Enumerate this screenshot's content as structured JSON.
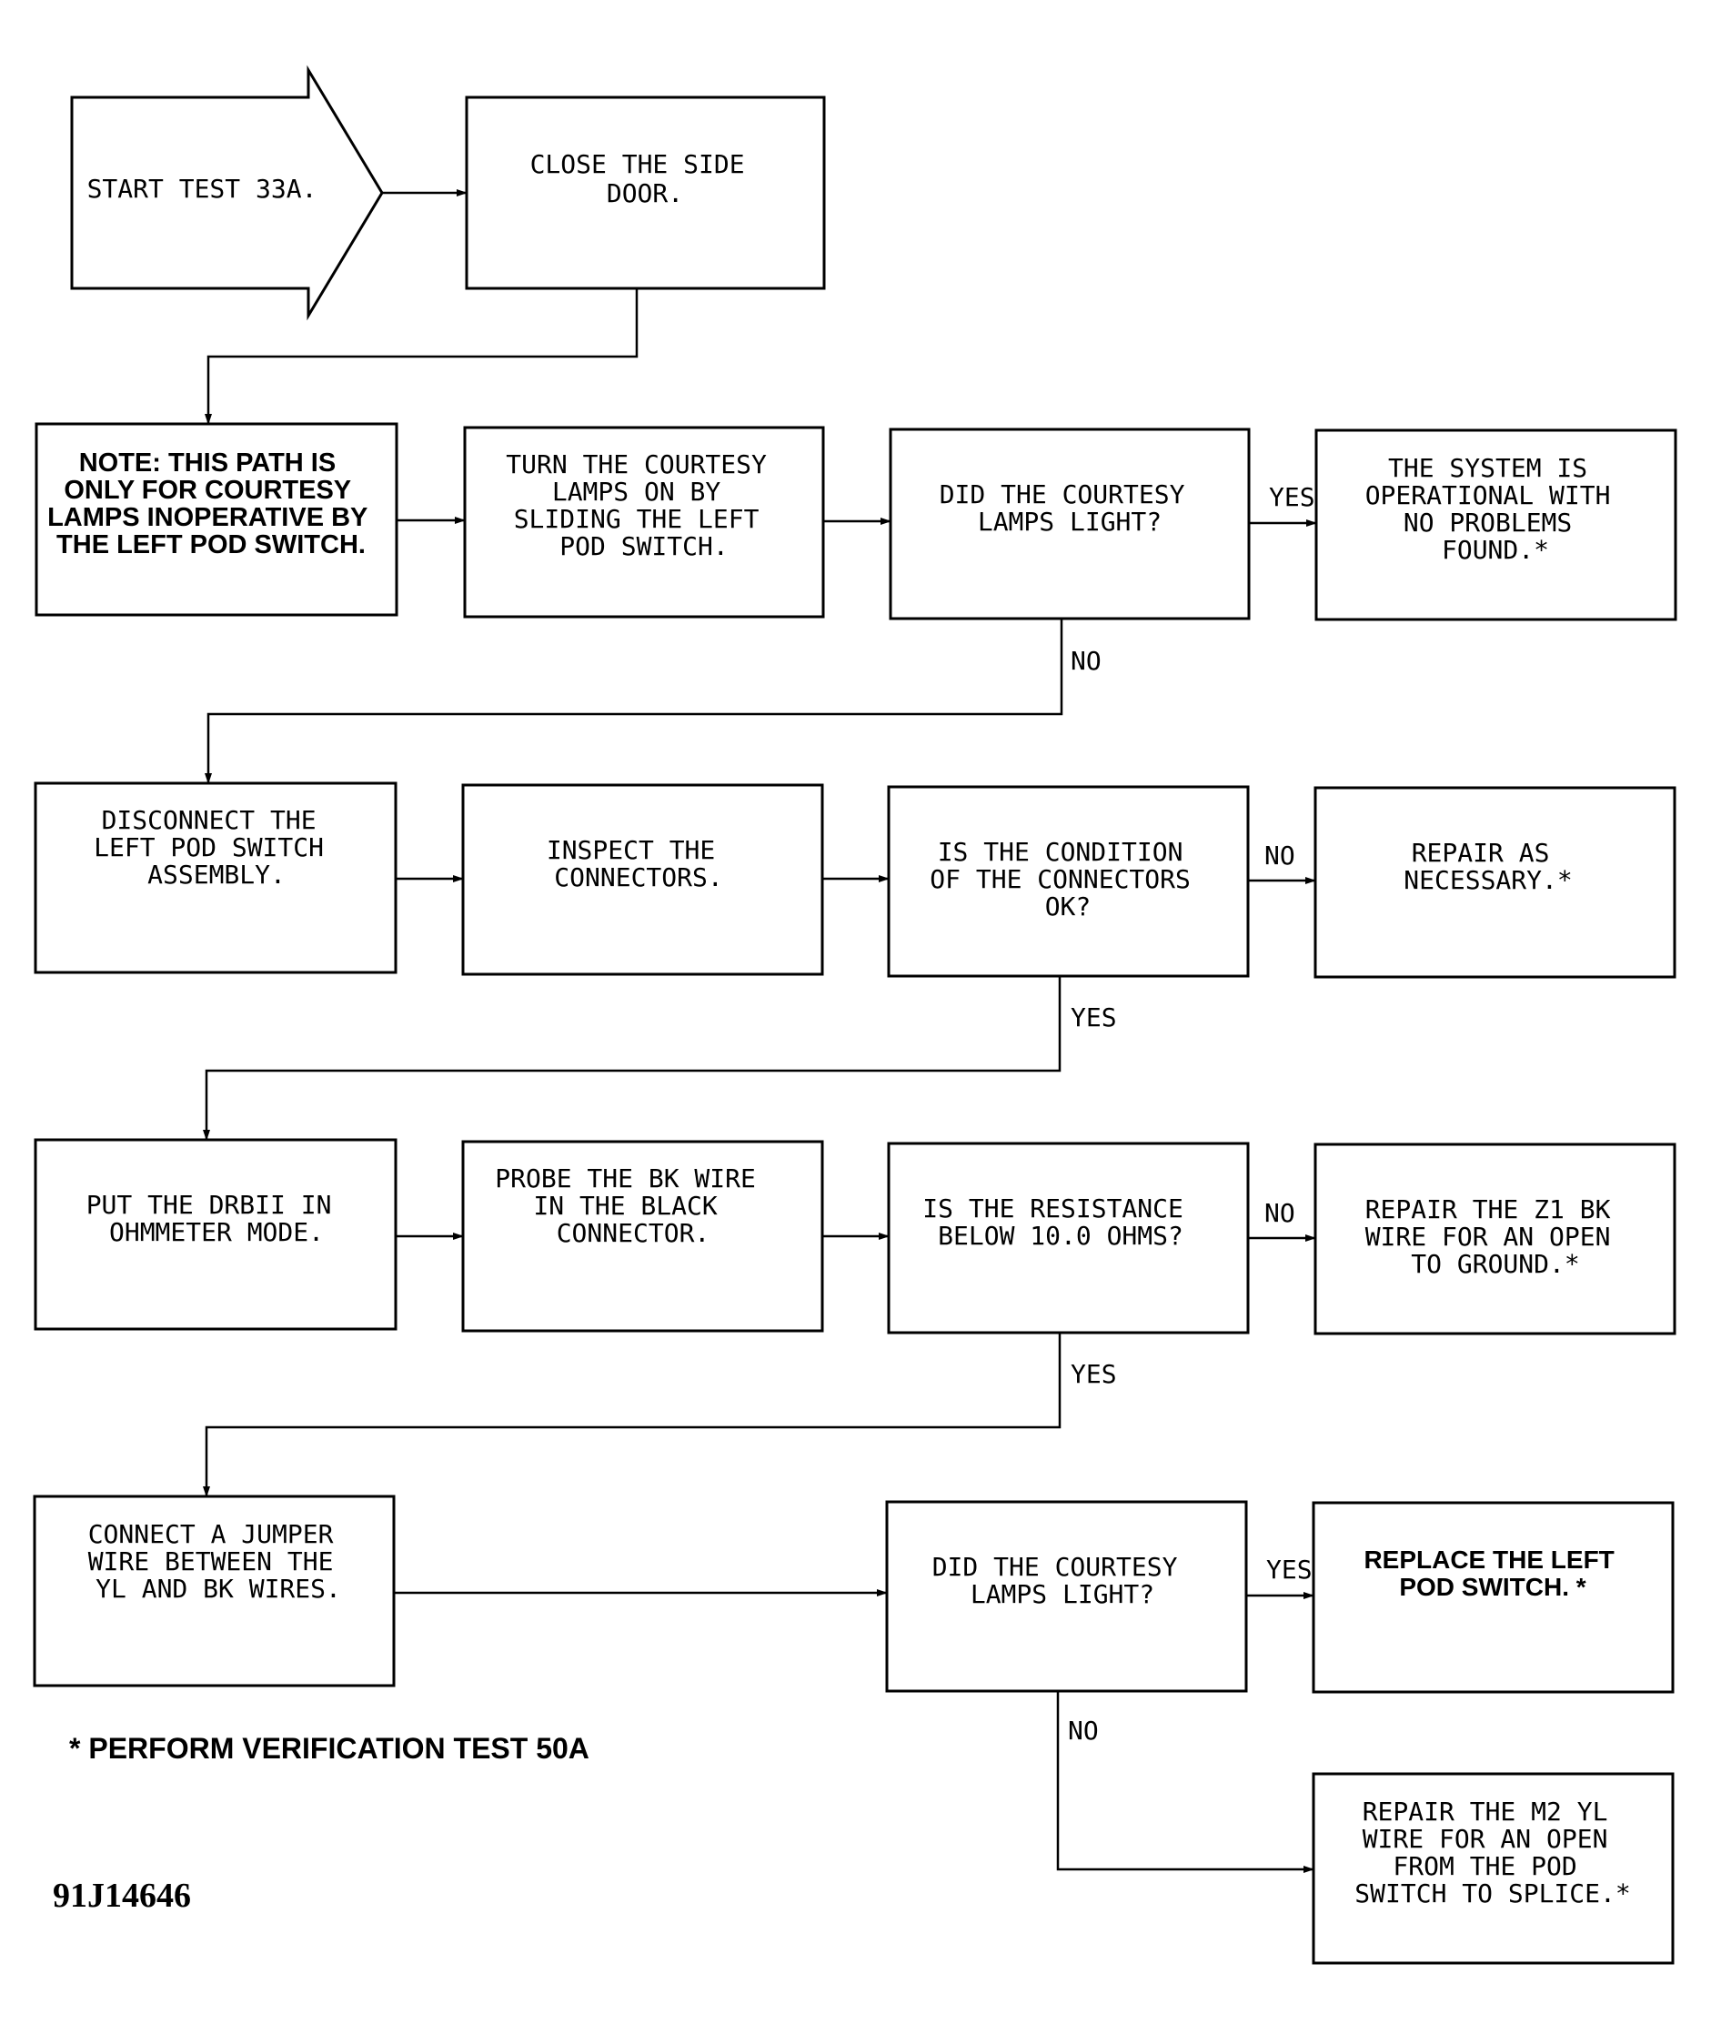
{
  "nodes": {
    "start": [
      "START TEST 33A."
    ],
    "close_door": [
      "CLOSE THE SIDE",
      "DOOR."
    ],
    "note": [
      "NOTE:  THIS PATH IS",
      "ONLY FOR COURTESY",
      "LAMPS INOPERATIVE BY",
      "THE LEFT POD SWITCH."
    ],
    "turn_on": [
      "TURN THE COURTESY",
      "LAMPS ON BY",
      "SLIDING THE LEFT",
      "POD SWITCH."
    ],
    "q_lamps_1": [
      "DID THE COURTESY",
      "LAMPS LIGHT?"
    ],
    "system_ok": [
      "THE SYSTEM IS",
      "OPERATIONAL WITH",
      "NO PROBLEMS",
      "FOUND.*"
    ],
    "disconnect": [
      "DISCONNECT THE",
      "LEFT POD SWITCH",
      "ASSEMBLY."
    ],
    "inspect": [
      "INSPECT THE",
      "CONNECTORS."
    ],
    "q_connectors": [
      "IS THE CONDITION",
      "OF THE CONNECTORS",
      "OK?"
    ],
    "repair_nec": [
      "REPAIR AS",
      "NECESSARY.*"
    ],
    "drbii": [
      "PUT THE DRBII IN",
      "OHMMETER MODE."
    ],
    "probe": [
      "PROBE THE BK WIRE",
      "IN THE BLACK",
      "CONNECTOR."
    ],
    "q_resistance": [
      "IS THE RESISTANCE",
      "BELOW 10.0 OHMS?"
    ],
    "repair_z1": [
      "REPAIR THE Z1 BK",
      "WIRE FOR AN OPEN",
      "TO GROUND.*"
    ],
    "jumper": [
      "CONNECT A JUMPER",
      "WIRE BETWEEN THE",
      "YL AND BK WIRES."
    ],
    "q_lamps_2": [
      "DID THE COURTESY",
      "LAMPS LIGHT?"
    ],
    "replace_pod": [
      "REPLACE THE LEFT",
      "POD SWITCH. *"
    ],
    "repair_m2": [
      "REPAIR THE M2 YL",
      "WIRE FOR AN OPEN",
      "FROM THE POD",
      "SWITCH TO SPLICE.*"
    ]
  },
  "labels": {
    "yes": "YES",
    "no": "NO"
  },
  "footnote": "* PERFORM VERIFICATION TEST 50A",
  "figure_id": "91J14646"
}
